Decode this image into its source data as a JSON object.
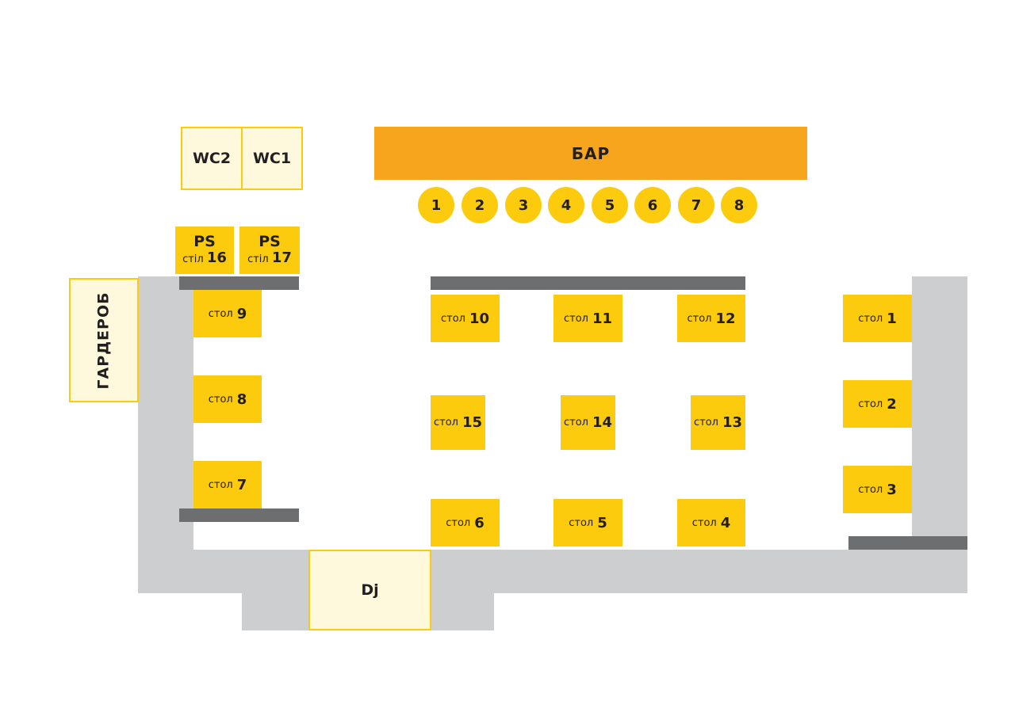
{
  "bar": {
    "label": "БАР"
  },
  "seats": [
    "1",
    "2",
    "3",
    "4",
    "5",
    "6",
    "7",
    "8"
  ],
  "wc": {
    "wc2": "WC2",
    "wc1": "WC1"
  },
  "ps": [
    {
      "title": "PS",
      "word": "стіл",
      "num": "16"
    },
    {
      "title": "PS",
      "word": "стіл",
      "num": "17"
    }
  ],
  "wardrobe": {
    "label": "ГАРДЕРОБ"
  },
  "dj": {
    "label": "Dj"
  },
  "tables": {
    "t1": {
      "word": "стол",
      "num": "1"
    },
    "t2": {
      "word": "стол",
      "num": "2"
    },
    "t3": {
      "word": "стол",
      "num": "3"
    },
    "t4": {
      "word": "стол",
      "num": "4"
    },
    "t5": {
      "word": "стол",
      "num": "5"
    },
    "t6": {
      "word": "стол",
      "num": "6"
    },
    "t7": {
      "word": "стол",
      "num": "7"
    },
    "t8": {
      "word": "стол",
      "num": "8"
    },
    "t9": {
      "word": "стол",
      "num": "9"
    },
    "t10": {
      "word": "стол",
      "num": "10"
    },
    "t11": {
      "word": "стол",
      "num": "11"
    },
    "t12": {
      "word": "стол",
      "num": "12"
    },
    "t13": {
      "word": "стол",
      "num": "13"
    },
    "t14": {
      "word": "стол",
      "num": "14"
    },
    "t15": {
      "word": "стол",
      "num": "15"
    }
  },
  "colors": {
    "table": "#fccb0e",
    "bar": "#f7a51c",
    "wall": "#cdcecf",
    "rail": "#6d6e70",
    "cream": "#fef9dc"
  }
}
